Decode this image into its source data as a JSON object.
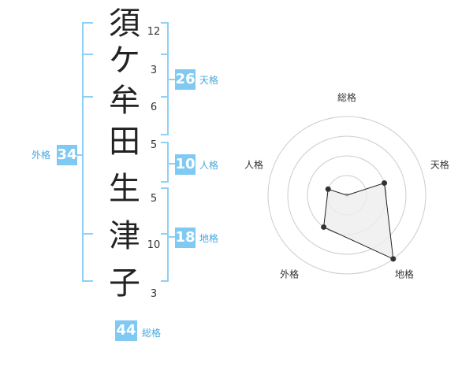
{
  "name": {
    "chars": [
      {
        "char": "須",
        "strokes": "12"
      },
      {
        "char": "ケ",
        "strokes": "3"
      },
      {
        "char": "牟",
        "strokes": "6"
      },
      {
        "char": "田",
        "strokes": "5"
      },
      {
        "char": "生",
        "strokes": "5"
      },
      {
        "char": "津",
        "strokes": "10"
      },
      {
        "char": "子",
        "strokes": "3"
      }
    ]
  },
  "scores": {
    "tenkaku": {
      "value": "26",
      "label": "天格"
    },
    "jinkaku": {
      "value": "10",
      "label": "人格"
    },
    "chikaku": {
      "value": "18",
      "label": "地格"
    },
    "gaikaku": {
      "value": "34",
      "label": "外格"
    },
    "soukaku": {
      "value": "44",
      "label": "総格"
    }
  },
  "chart_data": {
    "type": "radar",
    "axes": [
      "総格",
      "天格",
      "地格",
      "外格",
      "人格"
    ],
    "max": 4,
    "rings": 4,
    "values": [
      0,
      2,
      4,
      2,
      1
    ],
    "colors": {
      "line": "#222222",
      "fill": "#eeeeee",
      "grid": "#cccccc",
      "point": "#333333"
    }
  },
  "colors": {
    "accent": "#7fc9f2",
    "bracket": "#8fd0f6"
  }
}
